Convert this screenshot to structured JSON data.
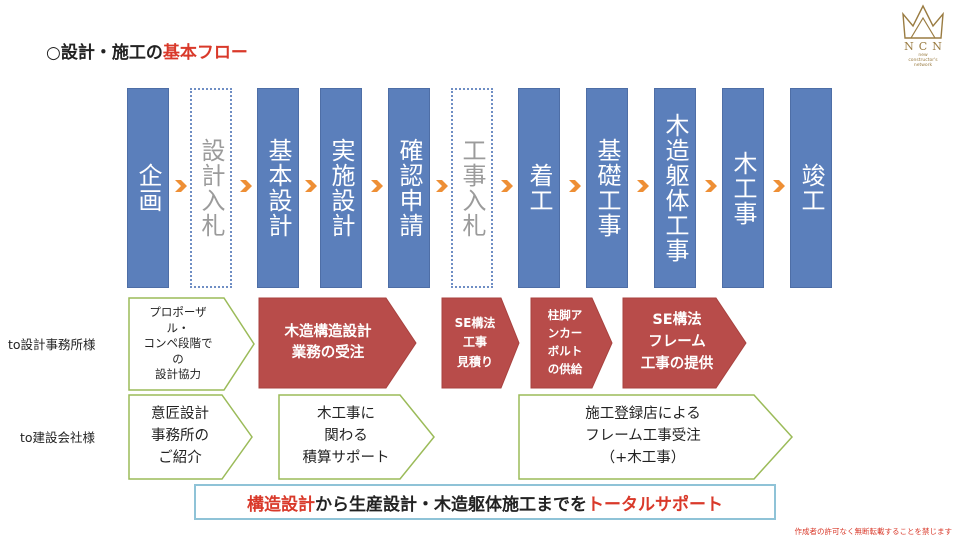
{
  "title": {
    "prefix": "○設計・施工の",
    "highlight": "基本フロー"
  },
  "logo": {
    "name": "NCN",
    "tagline_1": "new",
    "tagline_2": "constructor's",
    "tagline_3": "network",
    "color": "#9a7c42"
  },
  "steps": [
    {
      "label": "企画",
      "style": "solid"
    },
    {
      "label": "設計入札",
      "style": "dashed"
    },
    {
      "label": "基本設計",
      "style": "solid"
    },
    {
      "label": "実施設計",
      "style": "solid"
    },
    {
      "label": "確認申請",
      "style": "solid"
    },
    {
      "label": "工事入札",
      "style": "dashed"
    },
    {
      "label": "着工",
      "style": "solid"
    },
    {
      "label": "基礎工事",
      "style": "solid"
    },
    {
      "label": "木造躯体工事",
      "style": "solid"
    },
    {
      "label": "木工事",
      "style": "solid"
    },
    {
      "label": "竣工",
      "style": "solid"
    }
  ],
  "rows": {
    "design_office": {
      "label": "to設計事務所様",
      "items": [
        {
          "lines": [
            "プロポーザ",
            "ル・",
            "コンペ段階で",
            "の",
            "設計協力"
          ]
        },
        {
          "lines": [
            "木造構造設計",
            "業務の受注"
          ]
        },
        {
          "lines": [
            "SE構法",
            "工事",
            "見積り"
          ]
        },
        {
          "lines": [
            "柱脚ア",
            "ンカー",
            "ボルト",
            "の供給"
          ]
        },
        {
          "lines": [
            "SE構法",
            "フレーム",
            "工事の提供"
          ]
        }
      ]
    },
    "construction": {
      "label": "to建設会社様",
      "items": [
        {
          "lines": [
            "意匠設計",
            "事務所の",
            "ご紹介"
          ]
        },
        {
          "lines": [
            "木工事に",
            "関わる",
            "積算サポート"
          ]
        },
        {
          "lines": [
            "施工登録店による",
            "フレーム工事受注",
            "（+木工事）"
          ]
        }
      ]
    }
  },
  "banner": {
    "highlight_1": "構造設計",
    "middle": "から生産設計・木造躯体施工までを",
    "highlight_2": "トータルサポート"
  },
  "copyright": "作成者の許可なく無断転載することを禁じます",
  "colors": {
    "step_blue": "#5b7fbb",
    "chevron": "#ee8f35",
    "red_box": "#b84c4a",
    "green_outline": "#9bbb59",
    "accent_red": "#d9392a"
  }
}
